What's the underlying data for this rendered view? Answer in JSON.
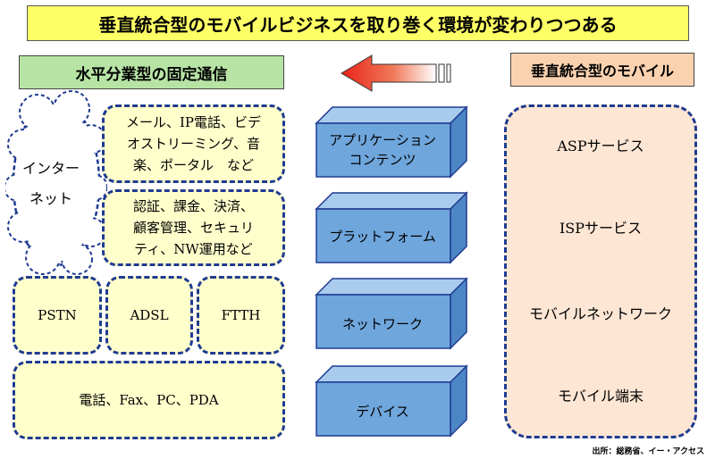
{
  "title": "垂直統合型のモバイルビジネスを取り巻く環境が変わりつつある",
  "left_header": "水平分業型の固定通信",
  "right_header": "垂直統合型のモバイル",
  "cloud_label": [
    "インター",
    "ネット"
  ],
  "services_box": [
    "メール、IP電話、ビデ",
    "オストリーミング、音",
    "楽、ポータル　など"
  ],
  "platform_box": [
    "認証、課金、決済、",
    "顧客管理、セキュリ",
    "ティ、NW運用など"
  ],
  "access_boxes": [
    "PSTN",
    "ADSL",
    "FTTH"
  ],
  "device_box": "電話、Fax、PC、PDA",
  "layers": [
    {
      "lines": [
        "アプリケーション",
        "コンテンツ"
      ]
    },
    {
      "lines": [
        "プラットフォーム"
      ]
    },
    {
      "lines": [
        "ネットワーク"
      ]
    },
    {
      "lines": [
        "デバイス"
      ]
    }
  ],
  "right_items": [
    "ASPサービス",
    "ISPサービス",
    "モバイルネットワーク",
    "モバイル端末"
  ],
  "source": "出所：総務省、イー・アクセス",
  "colors": {
    "title_bg": "#ffff66",
    "left_header_bg": "#b7e4a5",
    "right_header_bg": "#fbd2b0",
    "box_fill": "#ffffcc",
    "dash_border": "#1f3b91",
    "block_front": "#6fa6dc",
    "arrow_red": "#e8231a"
  }
}
